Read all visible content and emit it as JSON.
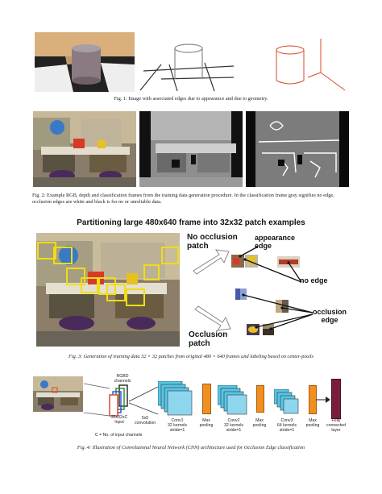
{
  "fig1": {
    "caption": "Fig. 1: Image with associated edges due to appearance and due to geometry."
  },
  "fig2": {
    "caption": "Fig. 2: Example RGB, depth and classification frames from the training data generation procedure. In the classification frame gray signifies no edge, occlusion edges are white and black is for no or unreliable data."
  },
  "fig3": {
    "title": "Partitioning large 480x640 frame into 32x32 patch examples",
    "no_occlusion": "No occlusion\npatch",
    "appearance_edge": "appearance\nedge",
    "no_edge": "no edge",
    "occlusion_edge": "occlusion\nedge",
    "occlusion_patch": "Occlusion\npatch",
    "caption": "Fig. 3: Generation of training data 32 × 32 patches from original 480 × 640 frames and labeling based on center-pixels"
  },
  "fig4": {
    "rgbd": "RGBD\nchannels",
    "input": "32x32xC\nInput",
    "conv5": "5x5\nconvolution",
    "conv1": "Conv1\n32 kernels\nstride=1",
    "max1": "Max\npooling",
    "conv2": "Conv2\n32 kernels\nstride=1",
    "max2": "Max\npooling",
    "conv3": "Conv3\n64 kernels\nstride=1",
    "max3": "Max\npooling",
    "fc": "Fully\nconnected\nlayer",
    "channels_note": "C = No. of input channels",
    "caption": "Fig. 4: Illustration of Convolutional Neural Network (CNN) architecture used for Occlusion Edge classification"
  },
  "colors": {
    "orange": "#f0901e",
    "maroon": "#7a1d3a",
    "cyan": "#56c6e6",
    "yellow": "#f2dd10",
    "red_edge": "#d84a2a"
  }
}
